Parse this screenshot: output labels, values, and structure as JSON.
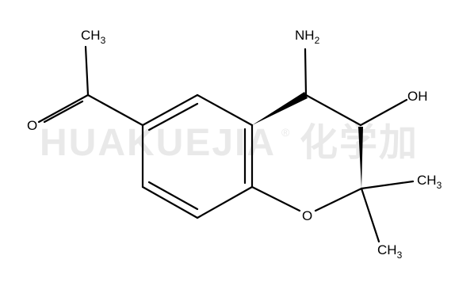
{
  "watermark": {
    "latin": "HUAKUEJIA",
    "registered": "®",
    "cjk": "化学加"
  },
  "atoms": {
    "ch3_acetyl": {
      "main": "CH",
      "sub": "3"
    },
    "carbonyl_o": {
      "main": "O"
    },
    "nh2": {
      "main": "NH",
      "sub": "2"
    },
    "oh": {
      "main": "OH"
    },
    "ring_o": {
      "main": "O"
    },
    "ch3_upper": {
      "main": "CH",
      "sub": "3"
    },
    "ch3_lower": {
      "main": "CH",
      "sub": "3"
    }
  }
}
